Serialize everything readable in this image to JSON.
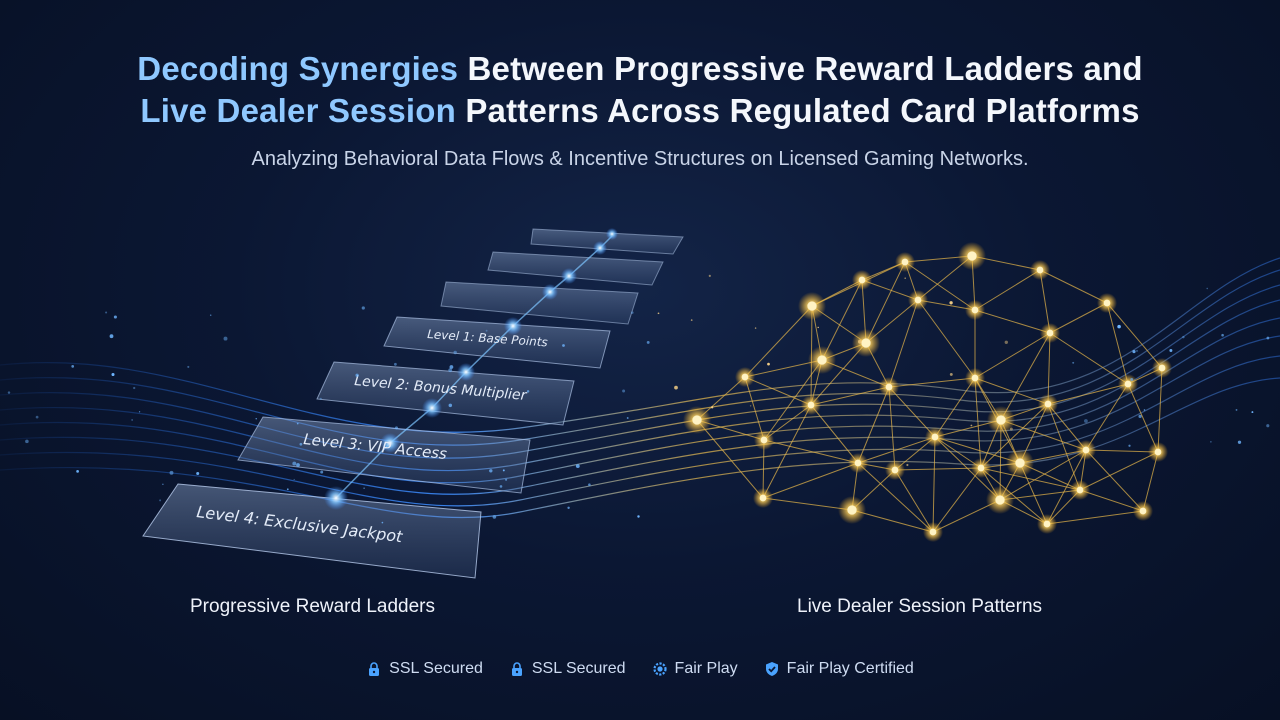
{
  "title": {
    "line1_highlight": "Decoding Synergies",
    "line1_rest": " Between Progressive Reward Ladders and",
    "line2_highlight": "Live Dealer Session",
    "line2_rest": " Patterns Across Regulated Card Platforms"
  },
  "subtitle": "Analyzing Behavioral Data Flows & Incentive Structures on Licensed Gaming Networks.",
  "ladder": {
    "levels": [
      "Level 1: Base Points",
      "Level 2: Bonus Multiplier",
      "Level 3: VIP Access",
      "Level 4: Exclusive Jackpot"
    ]
  },
  "captions": {
    "left": "Progressive Reward Ladders",
    "right": "Live Dealer Session Patterns"
  },
  "badges": [
    {
      "icon": "lock-icon",
      "label": "SSL Secured"
    },
    {
      "icon": "lock-icon",
      "label": "SSL Secured"
    },
    {
      "icon": "gear-shield-icon",
      "label": "Fair Play"
    },
    {
      "icon": "check-shield-icon",
      "label": "Fair Play Certified"
    }
  ],
  "colors": {
    "highlight": "#8fc8ff",
    "network_gold": "#ffd76a",
    "wave_blue": "#3b8cff"
  }
}
